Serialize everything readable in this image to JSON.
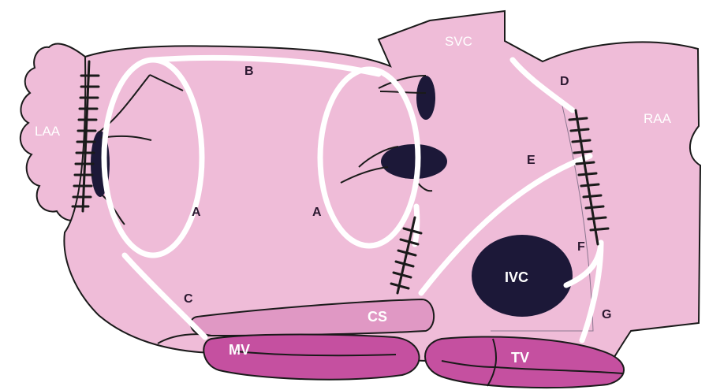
{
  "labels": {
    "laa": "LAA",
    "svc": "SVC",
    "raa": "RAA",
    "ivc": "IVC",
    "cs": "CS",
    "mv": "MV",
    "tv": "TV",
    "a_left": "A",
    "a_right": "A",
    "b": "B",
    "c": "C",
    "d": "D",
    "e": "E",
    "f": "F",
    "g": "G"
  },
  "colors": {
    "atrium": "#efbcd8",
    "valve": "#c550a0",
    "cs": "#e098c4",
    "vessel": "#1c1838",
    "lesion": "#ffffff",
    "outline": "#1a1a1a"
  }
}
